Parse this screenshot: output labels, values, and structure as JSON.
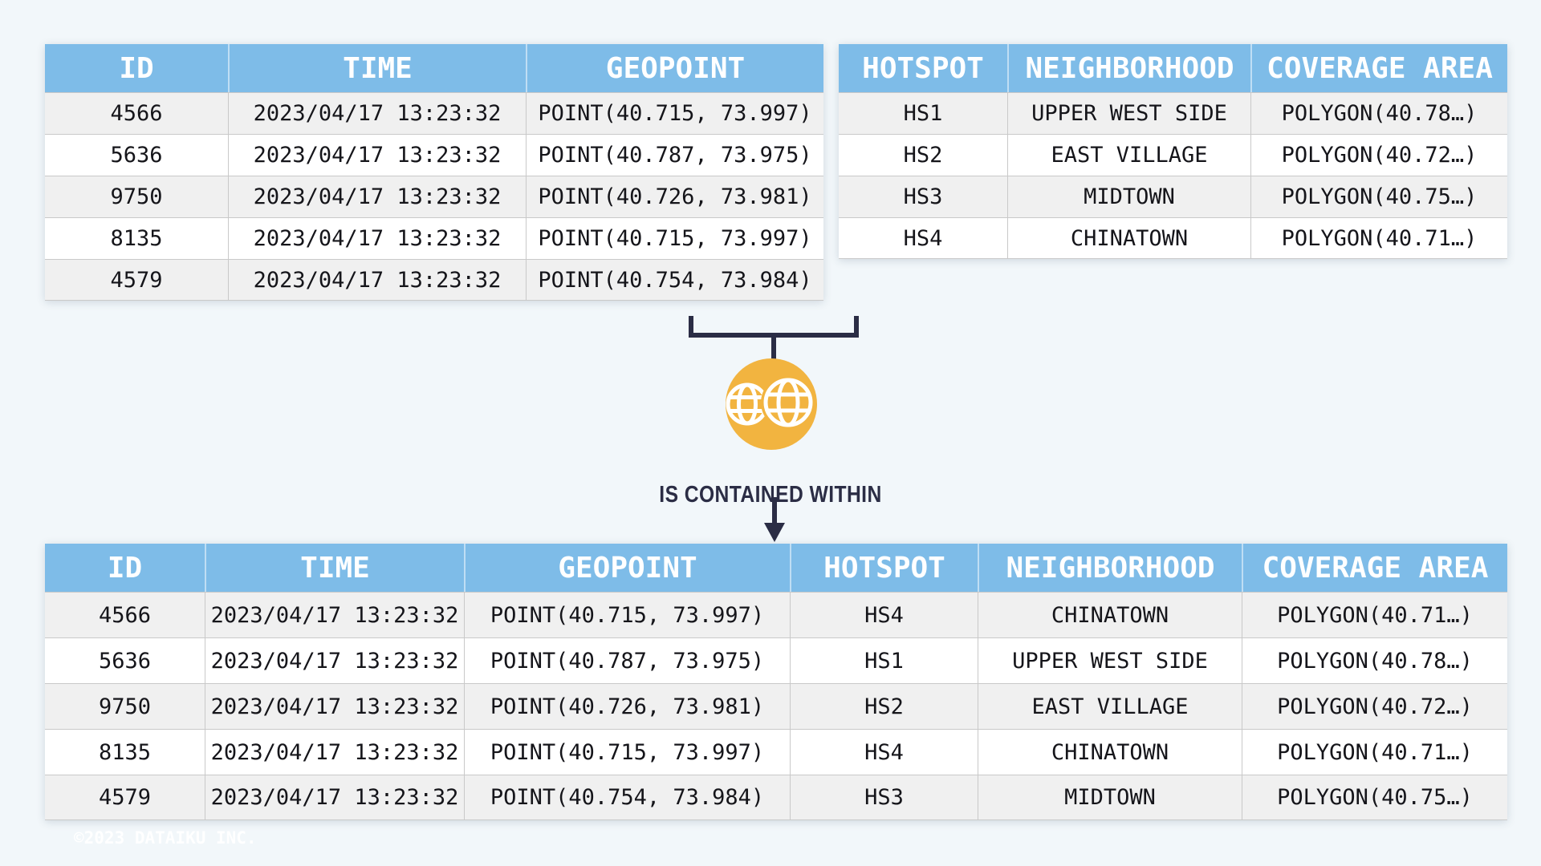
{
  "page": {
    "background": "#F2F7FA",
    "copyright": "©2023 DATAIKU INC."
  },
  "palette": {
    "header_blue": "#7EBCE8",
    "row_stripe_grey": "#F0F0F0",
    "row_white": "#FFFFFF",
    "grid_line": "#C9C9C9",
    "navy": "#2B2D45",
    "icon_orange": "#F2B440",
    "header_text": "#FFFFFF",
    "cell_text": "#15151A"
  },
  "operation": {
    "label": "IS CONTAINED WITHIN",
    "icon": "two-globes-icon"
  },
  "tables": {
    "trips": {
      "headers": [
        "ID",
        "TIME",
        "GEOPOINT"
      ],
      "rows": [
        [
          "4566",
          "2023/04/17 13:23:32",
          "POINT(40.715, 73.997)"
        ],
        [
          "5636",
          "2023/04/17 13:23:32",
          "POINT(40.787, 73.975)"
        ],
        [
          "9750",
          "2023/04/17 13:23:32",
          "POINT(40.726, 73.981)"
        ],
        [
          "8135",
          "2023/04/17 13:23:32",
          "POINT(40.715, 73.997)"
        ],
        [
          "4579",
          "2023/04/17 13:23:32",
          "POINT(40.754, 73.984)"
        ]
      ]
    },
    "hotspots": {
      "headers": [
        "HOTSPOT",
        "NEIGHBORHOOD",
        "COVERAGE AREA"
      ],
      "rows": [
        [
          "HS1",
          "UPPER WEST SIDE",
          "POLYGON(40.78…)"
        ],
        [
          "HS2",
          "EAST VILLAGE",
          "POLYGON(40.72…)"
        ],
        [
          "HS3",
          "MIDTOWN",
          "POLYGON(40.75…)"
        ],
        [
          "HS4",
          "CHINATOWN",
          "POLYGON(40.71…)"
        ]
      ]
    },
    "joined": {
      "headers": [
        "ID",
        "TIME",
        "GEOPOINT",
        "HOTSPOT",
        "NEIGHBORHOOD",
        "COVERAGE AREA"
      ],
      "rows": [
        [
          "4566",
          "2023/04/17 13:23:32",
          "POINT(40.715, 73.997)",
          "HS4",
          "CHINATOWN",
          "POLYGON(40.71…)"
        ],
        [
          "5636",
          "2023/04/17 13:23:32",
          "POINT(40.787, 73.975)",
          "HS1",
          "UPPER WEST SIDE",
          "POLYGON(40.78…)"
        ],
        [
          "9750",
          "2023/04/17 13:23:32",
          "POINT(40.726, 73.981)",
          "HS2",
          "EAST VILLAGE",
          "POLYGON(40.72…)"
        ],
        [
          "8135",
          "2023/04/17 13:23:32",
          "POINT(40.715, 73.997)",
          "HS4",
          "CHINATOWN",
          "POLYGON(40.71…)"
        ],
        [
          "4579",
          "2023/04/17 13:23:32",
          "POINT(40.754, 73.984)",
          "HS3",
          "MIDTOWN",
          "POLYGON(40.75…)"
        ]
      ]
    }
  }
}
